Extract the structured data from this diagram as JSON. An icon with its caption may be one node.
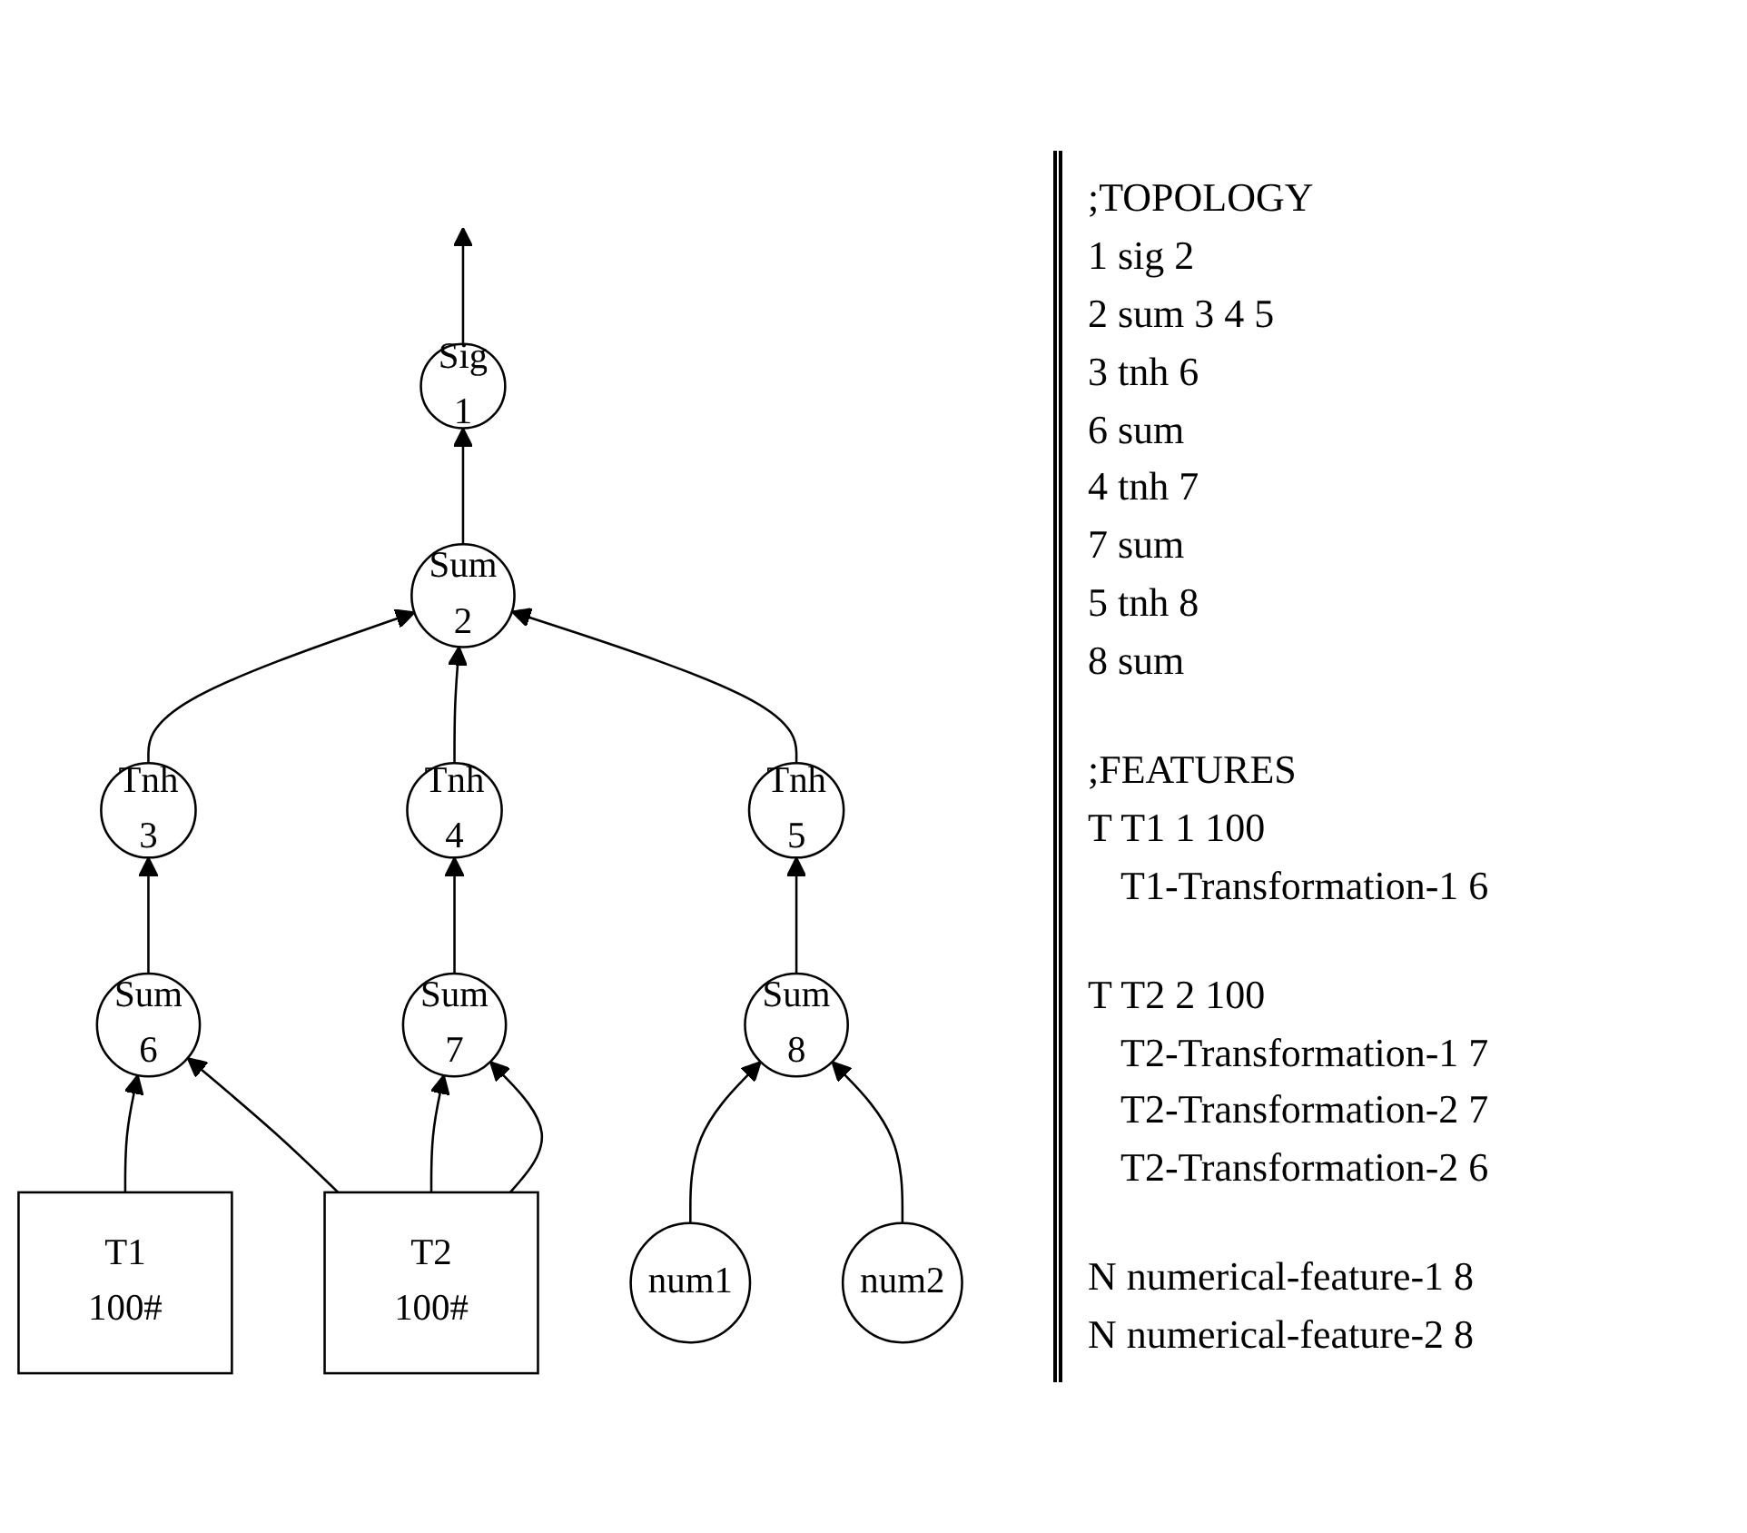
{
  "diagram": {
    "nodes": [
      {
        "text": [
          "Sig",
          "1"
        ]
      },
      {
        "text": [
          "Sum",
          "2"
        ]
      },
      {
        "text": [
          "Tnh",
          "3"
        ]
      },
      {
        "text": [
          "Tnh",
          "4"
        ]
      },
      {
        "text": [
          "Tnh",
          "5"
        ]
      },
      {
        "text": [
          "Sum",
          "6"
        ]
      },
      {
        "text": [
          "Sum",
          "7"
        ]
      },
      {
        "text": [
          "Sum",
          "8"
        ]
      },
      {
        "text": [
          "T1",
          "100#"
        ]
      },
      {
        "text": [
          "T2",
          "100#"
        ]
      },
      {
        "text": [
          "num1"
        ]
      },
      {
        "text": [
          "num2"
        ]
      }
    ],
    "edges": [
      {
        "from": 0,
        "to": null,
        "arrow": "to"
      },
      {
        "from": 1,
        "to": 0,
        "arrow": "to"
      },
      {
        "from": 2,
        "to": 1,
        "arrow": "to"
      },
      {
        "from": 3,
        "to": 1,
        "arrow": "to"
      },
      {
        "from": 4,
        "to": 1,
        "arrow": "to"
      },
      {
        "from": 5,
        "to": 2,
        "arrow": "to"
      },
      {
        "from": 6,
        "to": 3,
        "arrow": "to"
      },
      {
        "from": 7,
        "to": 4,
        "arrow": "to"
      },
      {
        "from": 8,
        "to": 5,
        "arrow": "to"
      },
      {
        "from": 9,
        "to": 5,
        "arrow": "to"
      },
      {
        "from": 9,
        "to": 6,
        "arrow": "to"
      },
      {
        "from": 9,
        "to": 6,
        "arrow": "to"
      },
      {
        "from": 10,
        "to": 7,
        "arrow": "to"
      },
      {
        "from": 11,
        "to": 7,
        "arrow": "to"
      }
    ],
    "labels": [
      ";TOPOLOGY",
      "1 sig 2",
      "2 sum 3 4 5",
      "3 tnh 6",
      "6 sum",
      "4 tnh 7",
      "7 sum",
      "5 tnh 8",
      "8 sum",
      ";FEATURES",
      "T T1 1 100",
      "T1-Transformation-1 6",
      "T T2 2 100",
      "T2-Transformation-1 7",
      "T2-Transformation-2 7",
      "T2-Transformation-2 6",
      "N numerical-feature-1 8",
      "N numerical-feature-2 8"
    ]
  }
}
